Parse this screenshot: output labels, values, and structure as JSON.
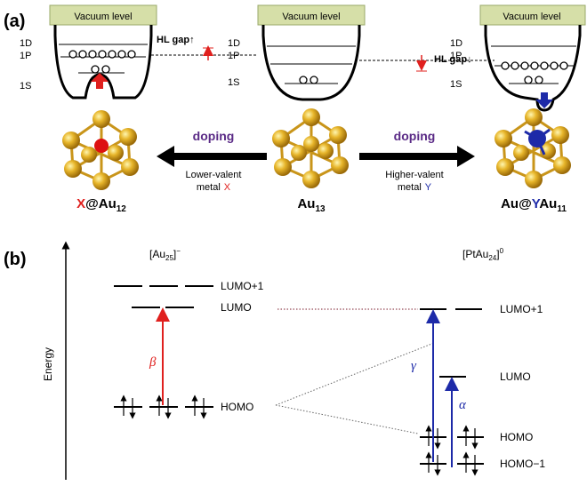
{
  "panel_a": {
    "label": "(a)",
    "vacuum_label": "Vacuum level",
    "shell_labels": [
      "1D",
      "1P",
      "1S"
    ],
    "hl_gap_left": "HL gap↑",
    "hl_gap_right": "HL gap↓",
    "doping_label": "doping",
    "left_arrow_caption": "Lower-valent",
    "left_arrow_metal": "metal",
    "left_metal_symbol": "X",
    "right_arrow_caption": "Higher-valent",
    "right_arrow_metal": "metal",
    "right_metal_symbol": "Y",
    "left_formula": {
      "dopant": "X",
      "host": "@Au",
      "sub": "12"
    },
    "center_formula": {
      "base": "Au",
      "sub": "13"
    },
    "right_formula": {
      "pre": "Au@",
      "dopant": "Y",
      "host": "Au",
      "sub": "11"
    }
  },
  "panel_b": {
    "label": "(b)",
    "axis_label": "Energy",
    "left_cluster": {
      "base": "[Au",
      "sub": "25",
      "close": "]",
      "sup": "−"
    },
    "right_cluster": {
      "base": "[PtAu",
      "sub": "24",
      "close": "]",
      "sup": "0"
    },
    "left_levels": [
      "LUMO+1",
      "LUMO",
      "HOMO"
    ],
    "right_levels": [
      "LUMO+1",
      "LUMO",
      "HOMO",
      "HOMO−1"
    ],
    "transitions": [
      "β",
      "γ",
      "α"
    ]
  },
  "colors": {
    "vacuum_fill": "#d6dfa8",
    "red": "#e0201e",
    "blue": "#1d2aa8",
    "purple": "#5a2a86",
    "gold": "#d8a520"
  }
}
